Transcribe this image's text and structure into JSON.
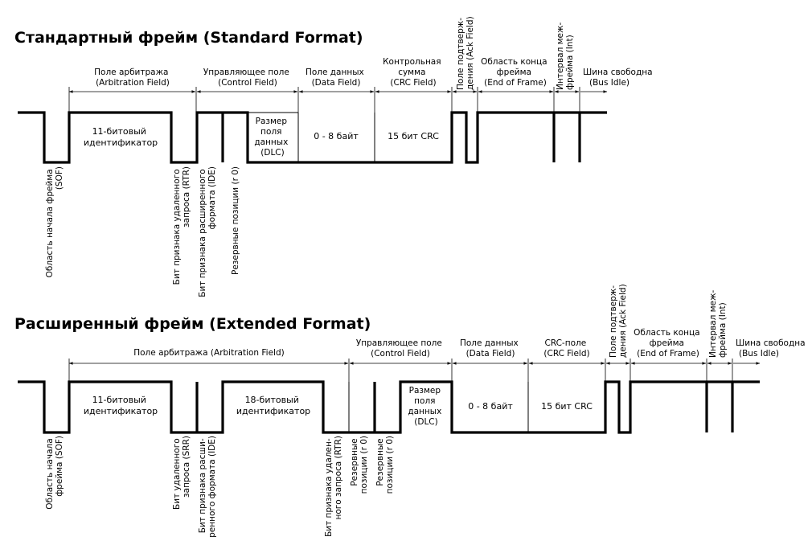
{
  "standard": {
    "title": "Стандартный фрейм (Standard Format)",
    "fields": {
      "arbitration": [
        "Поле арбитража",
        "(Arbitration Field)"
      ],
      "control": [
        "Управляющее поле",
        "(Control Field)"
      ],
      "data": [
        "Поле данных",
        "(Data Field)"
      ],
      "crc": [
        "Контрольная",
        "сумма",
        "(CRC Field)"
      ],
      "ack": [
        "Поле подтверж-",
        "дения (Ack Field)"
      ],
      "eof": [
        "Область конца",
        "фрейма",
        "(End of Frame)"
      ],
      "int": [
        "Интервал меж-",
        "фрейма (Int)"
      ],
      "idle": [
        "Шина свободна",
        "(Bus Idle)"
      ]
    },
    "boxes": {
      "id11": [
        "11-битовый",
        "идентификатор"
      ],
      "dlc": [
        "Размер",
        "поля",
        "данных",
        "(DLC)"
      ],
      "data": [
        "0 - 8 байт"
      ],
      "crc": [
        "15 бит CRC"
      ]
    },
    "bits": {
      "sof": [
        "Область начала фрейма",
        "(SOF)"
      ],
      "rtr": [
        "Бит признака удаленного",
        "запроса (RTR)"
      ],
      "ide": [
        "Бит признака расширенного",
        "формата (IDE)"
      ],
      "r0": [
        "Резервные позиции (r 0)"
      ]
    }
  },
  "extended": {
    "title": "Расширенный фрейм (Extended Format)",
    "fields": {
      "arbitration": [
        "Поле арбитража (Arbitration Field)"
      ],
      "control": [
        "Управляющее поле",
        "(Control Field)"
      ],
      "data": [
        "Поле данных",
        "(Data Field)"
      ],
      "crc": [
        "CRC-поле",
        "(CRC Field)"
      ],
      "ack": [
        "Поле подтверж-",
        "дения (Ack Field)"
      ],
      "eof": [
        "Область конца",
        "фрейма",
        "(End of Frame)"
      ],
      "int": [
        "Интервал меж-",
        "фрейма (Int)"
      ],
      "idle": [
        "Шина свободна",
        "(Bus Idle)"
      ]
    },
    "boxes": {
      "id11": [
        "11-битовый",
        "идентификатор"
      ],
      "id18": [
        "18-битовый",
        "идентификатор"
      ],
      "dlc": [
        "Размер",
        "поля",
        "данных",
        "(DLC)"
      ],
      "data": [
        "0 - 8 байт"
      ],
      "crc": [
        "15 бит CRC"
      ]
    },
    "bits": {
      "sof": [
        "Область начала",
        "фрейма (SOF)"
      ],
      "srr": [
        "Бит удаленного",
        "запроса (SRR)"
      ],
      "ide": [
        "Бит признака расши-",
        "ренного формата (IDE)"
      ],
      "rtr": [
        "Бит признака удален-",
        "ного запроса (RTR)"
      ],
      "r1": [
        "Резервные",
        "позиции (r 0)"
      ],
      "r0": [
        "Резервные",
        "позиции (r 0)"
      ]
    }
  }
}
